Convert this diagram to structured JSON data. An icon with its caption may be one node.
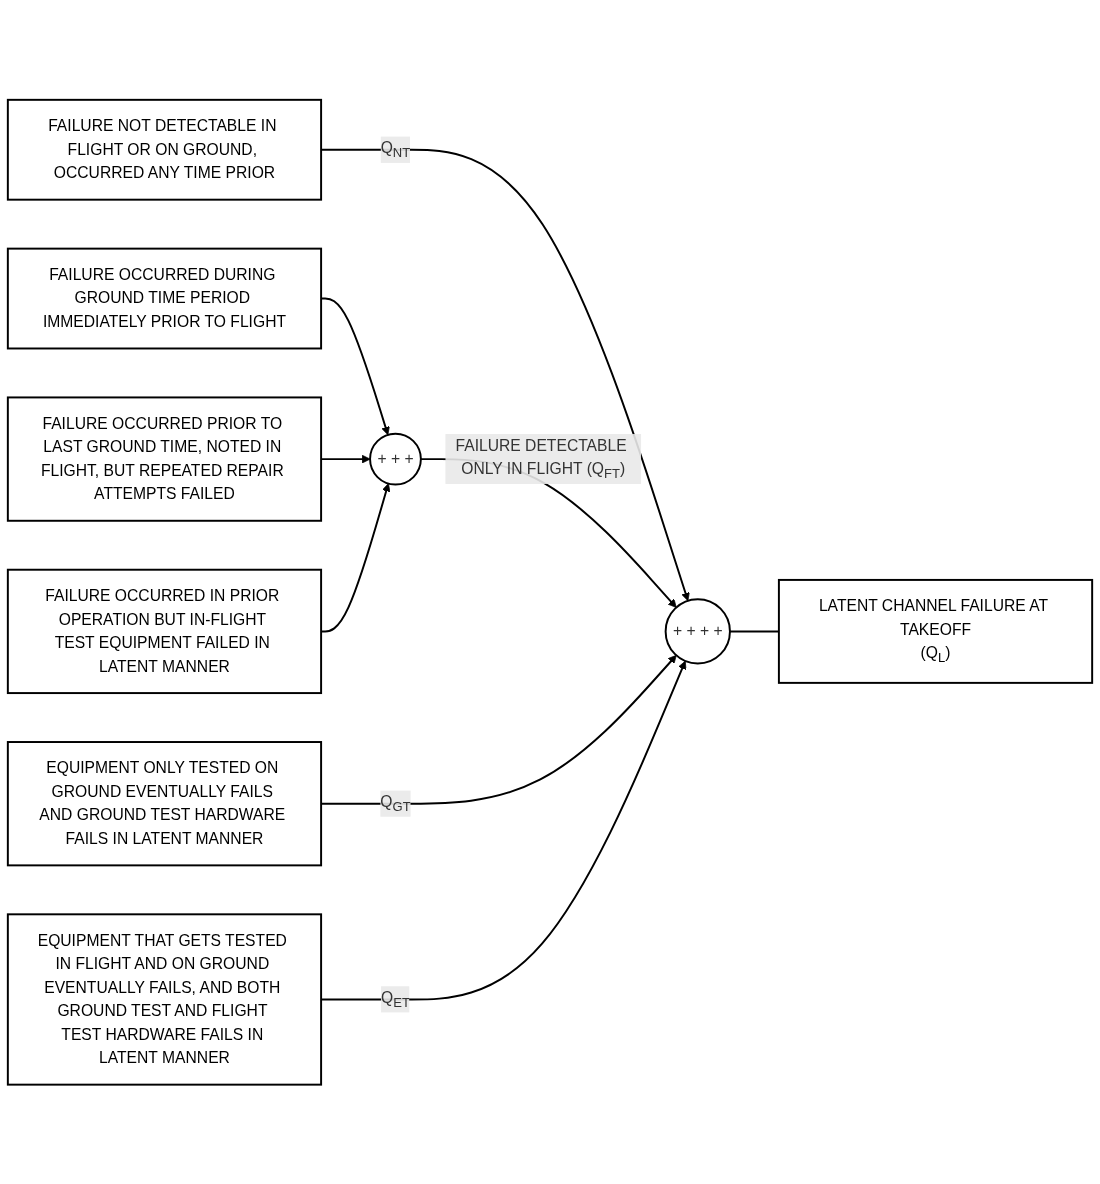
{
  "diagram": {
    "nodes": [
      {
        "text": [
          "FAILURE NOT DETECTABLE IN FLIGHT OR ON GROUND, OCCURRED ANY TIME PRIOR"
        ]
      },
      {
        "text": [
          "FAILURE OCCURRED DURING GROUND TIME PERIOD IMMEDIATELY PRIOR TO FLIGHT"
        ]
      },
      {
        "text": [
          "FAILURE OCCURRED PRIOR TO LAST GROUND TIME, NOTED IN FLIGHT, BUT REPEATED REPAIR ATTEMPTS FAILED"
        ]
      },
      {
        "text": [
          "FAILURE OCCURRED IN PRIOR OPERATION BUT IN-FLIGHT TEST EQUIPMENT FAILED IN LATENT MANNER"
        ]
      },
      {
        "text": [
          "EQUIPMENT ONLY TESTED ON GROUND EVENTUALLY FAILS AND GROUND TEST HARDWARE FAILS IN LATENT MANNER"
        ]
      },
      {
        "text": [
          "EQUIPMENT THAT GETS TESTED IN FLIGHT AND ON GROUND EVENTUALLY FAILS, AND BOTH GROUND TEST AND FLIGHT TEST HARDWARE FAILS IN LATENT MANNER"
        ]
      },
      {
        "text": [
          "+",
          "+",
          "+"
        ]
      },
      {
        "text": [
          "+",
          "+",
          "+",
          "+"
        ]
      },
      {
        "text": [
          "LATENT CHANNEL FAILURE AT TAKEOFF",
          "(Q$_{L}$)"
        ]
      }
    ],
    "edges": [
      {
        "from": 0,
        "to": 7,
        "arrow": "to",
        "label": "Q$_{NT}$"
      },
      {
        "from": 1,
        "to": 6,
        "arrow": "to"
      },
      {
        "from": 2,
        "to": 6,
        "arrow": "to"
      },
      {
        "from": 3,
        "to": 6,
        "arrow": "to"
      },
      {
        "from": 6,
        "to": 7,
        "arrow": "to",
        "label": "FAILURE DETECTABLE ONLY IN FLIGHT (Q$_{FT}$)"
      },
      {
        "from": 4,
        "to": 7,
        "arrow": "to",
        "label": "Q$_{GT}$"
      },
      {
        "from": 5,
        "to": 7,
        "arrow": "to",
        "label": "Q$_{ET}$"
      },
      {
        "from": 7,
        "to": 8,
        "arrow": "none"
      }
    ]
  }
}
